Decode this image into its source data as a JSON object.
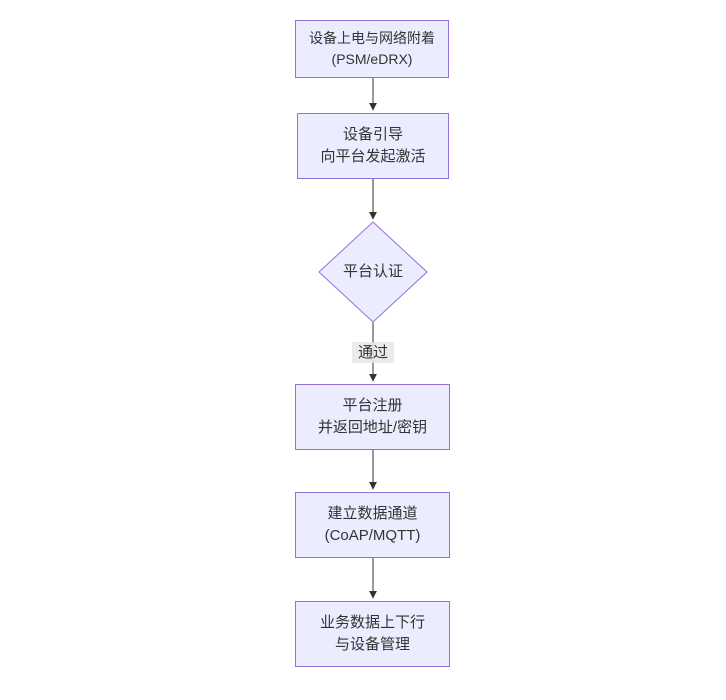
{
  "diagram": {
    "type": "flowchart",
    "direction": "top-down",
    "colors": {
      "background": "#ffffff",
      "node_fill": "#ECECFF",
      "node_border": "#9370DB",
      "edge_color": "#333333",
      "text_color": "#333333",
      "edge_label_background": "#e8e8e8"
    },
    "nodes": [
      {
        "id": "power-network-attach",
        "shape": "rect",
        "lines": [
          "设备上电与网络附着",
          "(PSM/eDRX)"
        ]
      },
      {
        "id": "bootstrap-activate",
        "shape": "rect",
        "lines": [
          "设备引导",
          "向平台发起激活"
        ]
      },
      {
        "id": "platform-auth",
        "shape": "diamond",
        "lines": [
          "平台认证"
        ]
      },
      {
        "id": "platform-register",
        "shape": "rect",
        "lines": [
          "平台注册",
          "并返回地址/密钥"
        ]
      },
      {
        "id": "data-channel",
        "shape": "rect",
        "lines": [
          "建立数据通道",
          "(CoAP/MQTT)"
        ]
      },
      {
        "id": "business-data",
        "shape": "rect",
        "lines": [
          "业务数据上下行",
          "与设备管理"
        ]
      }
    ],
    "edges": [
      {
        "from": "power-network-attach",
        "to": "bootstrap-activate",
        "label": ""
      },
      {
        "from": "bootstrap-activate",
        "to": "platform-auth",
        "label": ""
      },
      {
        "from": "platform-auth",
        "to": "platform-register",
        "label": "通过"
      },
      {
        "from": "platform-register",
        "to": "data-channel",
        "label": ""
      },
      {
        "from": "data-channel",
        "to": "business-data",
        "label": ""
      }
    ]
  }
}
